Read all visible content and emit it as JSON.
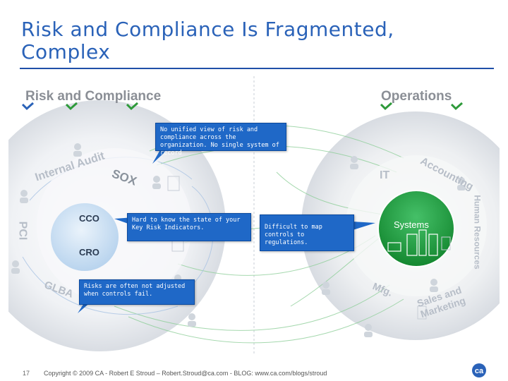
{
  "slide": {
    "title": "Risk and Compliance Is Fragmented, Complex",
    "page_number": "17",
    "footer": "Copyright © 2009 CA - Robert E Stroud – Robert.Stroud@ca.com - BLOG: www.ca.com/blogs/stroud",
    "logo_text": "ca"
  },
  "diagram": {
    "left_header": "Risk and Compliance",
    "right_header": "Operations",
    "labels": {
      "internal_audit": "Internal Audit",
      "sox": "SOX",
      "pci": "PCI",
      "glba": "GLBA",
      "cco": "CCO",
      "cro": "CRO",
      "it": "IT",
      "accounting": "Accounting",
      "human_resources": "Human Resources",
      "mfg": "Mfg.",
      "sales_marketing": "Sales and Marketing",
      "systems": "Systems"
    },
    "callouts": {
      "no_unified_view": "No unified view of risk and compliance across the organization. No single system of record",
      "hard_to_know": "Hard to know the state of your Key Risk Indicators.",
      "difficult_to_map": "Difficult to map controls to regulations.",
      "risks_not_adjusted": "Risks are often not adjusted when controls fail."
    }
  },
  "colors": {
    "title": "#2a62b8",
    "callout": "#1f68c7",
    "systems": "#1a9a3c",
    "check_blue": "#2a62b8",
    "check_green": "#2e9a3a"
  }
}
